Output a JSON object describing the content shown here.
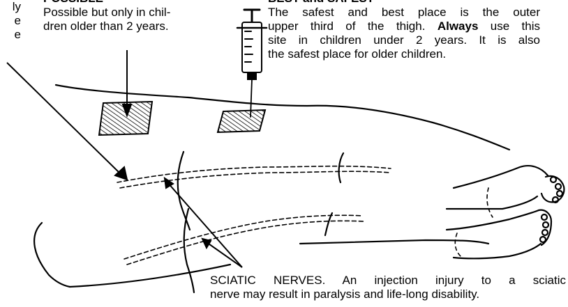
{
  "left_note": {
    "lines": [
      "ly",
      "e",
      "e"
    ]
  },
  "possible": {
    "heading": "POSSIBLE",
    "lines": [
      "Possible but only in chil-",
      "dren older than 2 years."
    ]
  },
  "best": {
    "heading": "BEST and SAFEST",
    "line1": "The safest and best place is the outer",
    "line2_before": "upper third of the thigh. ",
    "line2_bold": "Always",
    "line2_after": " use this",
    "line3": "site in children under 2 years. It is also",
    "line4": "the safest place for older children."
  },
  "sciatic": {
    "line1": "SCIATIC NERVES. An injection injury to a sciatic",
    "line2": "nerve may result in paralysis and life-long disability."
  }
}
